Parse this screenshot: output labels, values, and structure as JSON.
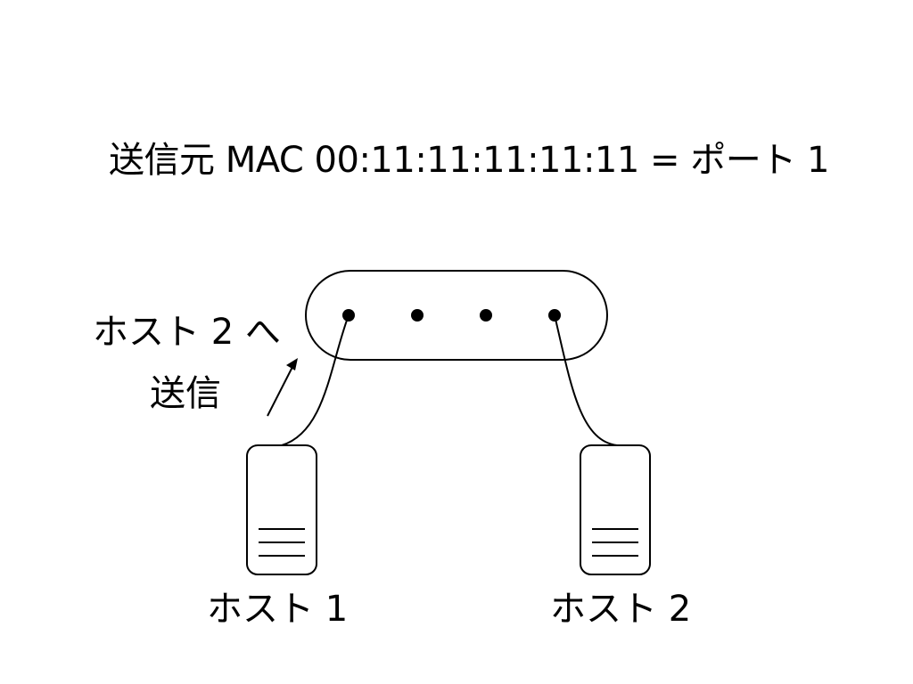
{
  "title": "送信元 MAC 00:11:11:11:11:11 = ポート 1",
  "annotation": {
    "line1": "ホスト 2 へ",
    "line2": "送信"
  },
  "switch": {
    "port_count": 4,
    "connections": [
      {
        "port": 1,
        "host": "ホスト 1"
      },
      {
        "port": 4,
        "host": "ホスト 2"
      }
    ]
  },
  "hosts": [
    {
      "label": "ホスト 1",
      "icon": "server-icon"
    },
    {
      "label": "ホスト 2",
      "icon": "server-icon"
    }
  ],
  "arrow_icon": "arrow-up-right-icon"
}
